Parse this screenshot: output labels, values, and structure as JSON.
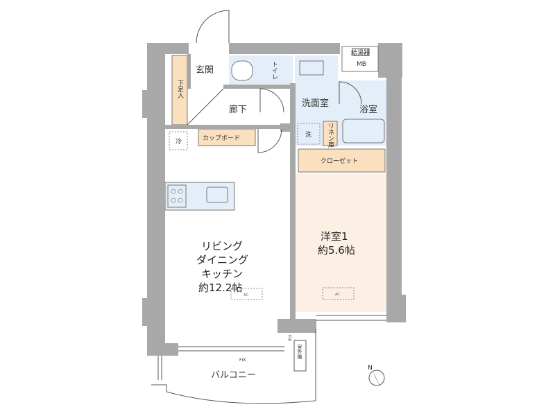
{
  "rooms": {
    "entrance": "玄関",
    "shoe_storage": "下足入",
    "toilet": "トイレ",
    "hallway": "廊下",
    "washroom": "洗面室",
    "bathroom": "浴室",
    "water_heater": "給湯器",
    "mb": "MB",
    "fridge": "冷",
    "cupboard": "カップボード",
    "washer": "洗",
    "linen": "リネン庫",
    "closet": "クローゼット",
    "western_room": {
      "name": "洋室1",
      "size": "約5.6帖"
    },
    "ldk": {
      "line1": "リビング",
      "line2": "ダイニング",
      "line3": "キッチン",
      "size": "約12.2帖"
    },
    "ac_ldk": "AC",
    "ac_room": "AC",
    "fix_side": "FIX",
    "fix_bottom": "FIX",
    "outdoor_unit": "室外機",
    "balcony": "バルコニー"
  },
  "compass": {
    "label": "N"
  },
  "colors": {
    "wall": "#a8a8a8",
    "wet_area": "#e3eef8",
    "storage": "#fbe0bf",
    "bedroom": "#fcf0e4"
  }
}
